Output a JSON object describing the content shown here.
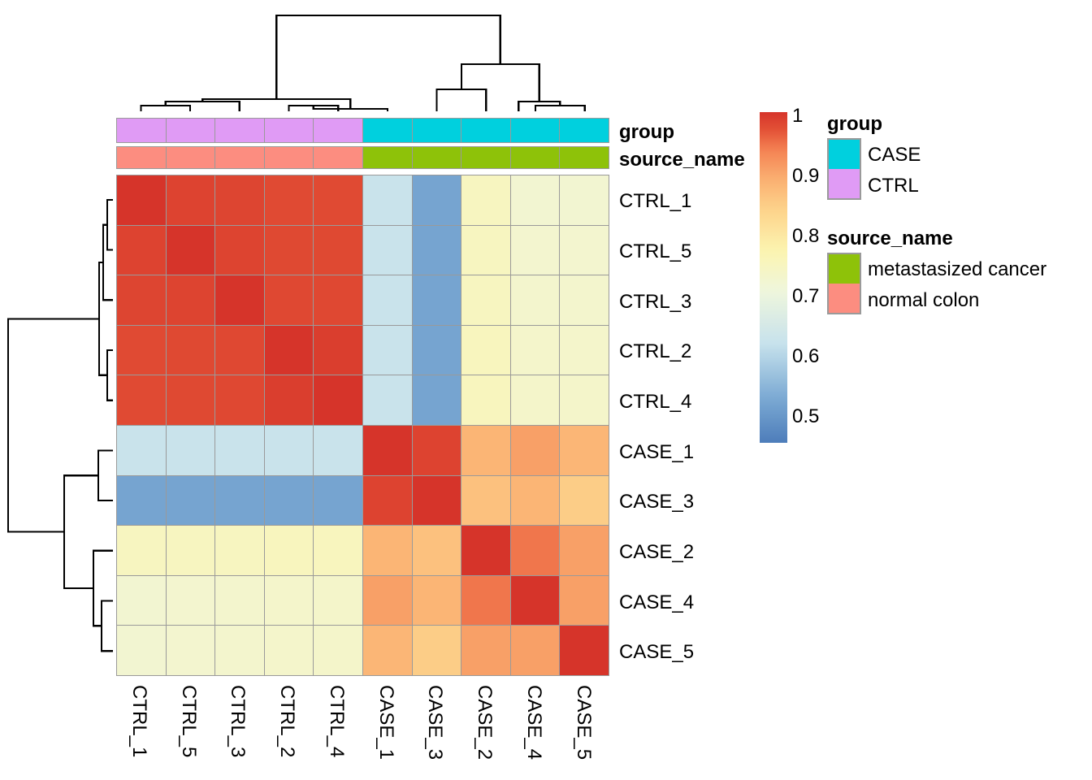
{
  "chart_data": {
    "type": "heatmap",
    "title": "",
    "xlabel": "",
    "ylabel": "",
    "description": "Sample-to-sample correlation heatmap with hierarchical clustering dendrograms on rows and columns, plus group and source_name annotation tracks.",
    "colorbar": {
      "label": "",
      "ticks": [
        "1",
        "0.9",
        "0.8",
        "0.7",
        "0.6",
        "0.5"
      ],
      "tick_values": [
        1,
        0.9,
        0.8,
        0.7,
        0.6,
        0.5
      ],
      "vmin": 0.45,
      "vmax": 1.0,
      "colormap": "RdYlBu-reversed"
    },
    "columns": [
      "CTRL_1",
      "CTRL_5",
      "CTRL_3",
      "CTRL_2",
      "CTRL_4",
      "CASE_1",
      "CASE_3",
      "CASE_2",
      "CASE_4",
      "CASE_5"
    ],
    "rows": [
      "CTRL_1",
      "CTRL_5",
      "CTRL_3",
      "CTRL_2",
      "CTRL_4",
      "CASE_1",
      "CASE_3",
      "CASE_2",
      "CASE_4",
      "CASE_5"
    ],
    "values": [
      [
        1.0,
        0.985,
        0.983,
        0.978,
        0.978,
        0.62,
        0.515,
        0.745,
        0.72,
        0.72
      ],
      [
        0.985,
        1.0,
        0.984,
        0.979,
        0.979,
        0.62,
        0.515,
        0.745,
        0.722,
        0.722
      ],
      [
        0.983,
        0.984,
        1.0,
        0.98,
        0.98,
        0.62,
        0.515,
        0.745,
        0.725,
        0.725
      ],
      [
        0.978,
        0.979,
        0.98,
        1.0,
        0.99,
        0.62,
        0.515,
        0.748,
        0.728,
        0.728
      ],
      [
        0.978,
        0.979,
        0.98,
        0.99,
        1.0,
        0.62,
        0.515,
        0.748,
        0.73,
        0.73
      ],
      [
        0.62,
        0.62,
        0.62,
        0.62,
        0.62,
        1.0,
        0.985,
        0.88,
        0.905,
        0.878
      ],
      [
        0.515,
        0.515,
        0.515,
        0.515,
        0.515,
        0.985,
        1.0,
        0.862,
        0.88,
        0.845
      ],
      [
        0.745,
        0.745,
        0.745,
        0.748,
        0.748,
        0.88,
        0.862,
        1.0,
        0.945,
        0.905
      ],
      [
        0.72,
        0.722,
        0.725,
        0.728,
        0.73,
        0.905,
        0.88,
        0.945,
        1.0,
        0.905
      ],
      [
        0.72,
        0.722,
        0.725,
        0.728,
        0.73,
        0.878,
        0.845,
        0.905,
        0.905,
        1.0
      ]
    ],
    "grid": true,
    "legend_position": "right"
  },
  "annotations": {
    "tracks": [
      {
        "name": "group",
        "label": "group",
        "values": [
          "CTRL",
          "CTRL",
          "CTRL",
          "CTRL",
          "CTRL",
          "CASE",
          "CASE",
          "CASE",
          "CASE",
          "CASE"
        ]
      },
      {
        "name": "source_name",
        "label": "source_name",
        "values": [
          "normal colon",
          "normal colon",
          "normal colon",
          "normal colon",
          "normal colon",
          "metastasized cancer",
          "metastasized cancer",
          "metastasized cancer",
          "metastasized cancer",
          "metastasized cancer"
        ]
      }
    ]
  },
  "legends": [
    {
      "name": "group",
      "title": "group",
      "entries": [
        {
          "label": "CASE",
          "color": "#00d0de"
        },
        {
          "label": "CTRL",
          "color": "#e09bf5"
        }
      ]
    },
    {
      "name": "source_name",
      "title": "source_name",
      "entries": [
        {
          "label": "metastasized cancer",
          "color": "#8ec209"
        },
        {
          "label": "normal colon",
          "color": "#fc8d80"
        }
      ]
    }
  ],
  "colors": {
    "group_CASE": "#00d0de",
    "group_CTRL": "#e09bf5",
    "source_metastasized_cancer": "#8ec209",
    "source_normal_colon": "#fc8d80",
    "grid_line": "#9a9a9a",
    "dendrogram_line": "#000000",
    "max_red": "#d73027",
    "min_blue": "#4575b4"
  }
}
